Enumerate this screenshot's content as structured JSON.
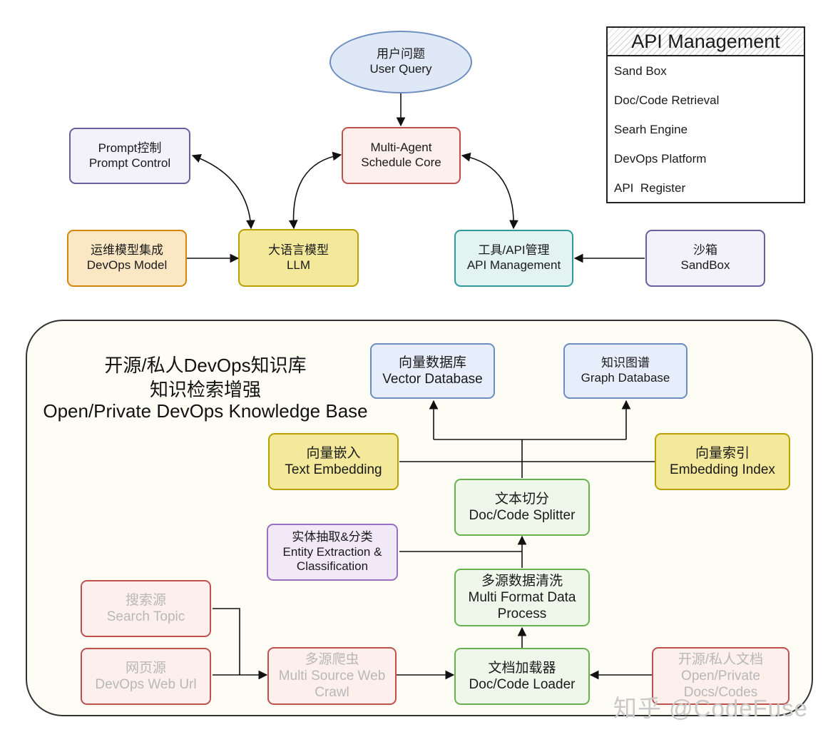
{
  "nodes": {
    "user_query": {
      "zh": "用户问题",
      "en": "User Query"
    },
    "multi_agent": {
      "line1": "Multi-Agent",
      "line2": "Schedule Core"
    },
    "prompt_control": {
      "zh": "Prompt控制",
      "en": "Prompt Control"
    },
    "devops_model": {
      "zh": "运维模型集成",
      "en": "DevOps Model"
    },
    "llm": {
      "zh": "大语言模型",
      "en": "LLM"
    },
    "api_mgmt": {
      "zh": "工具/API管理",
      "en": "API Management"
    },
    "sandbox": {
      "zh": "沙箱",
      "en": "SandBox"
    },
    "vector_db": {
      "zh": "向量数据库",
      "en": "Vector Database"
    },
    "graph_db": {
      "zh": "知识图谱",
      "en": "Graph Database"
    },
    "text_embedding": {
      "zh": "向量嵌入",
      "en": "Text Embedding"
    },
    "embedding_index": {
      "zh": "向量索引",
      "en": "Embedding Index"
    },
    "splitter": {
      "zh": "文本切分",
      "en": "Doc/Code Splitter"
    },
    "entity": {
      "zh": "实体抽取&分类",
      "en1": "Entity Extraction &",
      "en2": "Classification"
    },
    "multi_format": {
      "zh": "多源数据清洗",
      "en1": "Multi Format Data",
      "en2": "Process"
    },
    "search_topic": {
      "zh": "搜索源",
      "en": "Search Topic"
    },
    "web_url": {
      "zh": "网页源",
      "en": "DevOps Web Url"
    },
    "crawl": {
      "zh": "多源爬虫",
      "en1": "Multi Source Web",
      "en2": "Crawl"
    },
    "loader": {
      "zh": "文档加载器",
      "en": "Doc/Code Loader"
    },
    "private_docs": {
      "zh": "开源/私人文档",
      "en1": "Open/Private",
      "en2": "Docs/Codes"
    }
  },
  "knowledge_base": {
    "title_zh_1": "开源/私人DevOps知识库",
    "title_zh_2": "知识检索增强",
    "title_en": "Open/Private DevOps Knowledge Base"
  },
  "api_panel": {
    "title": "API Management",
    "items": [
      "Sand Box",
      "Doc/Code Retrieval",
      "Searh Engine",
      "DevOps Platform",
      "API  Register"
    ]
  },
  "watermark": "知乎 @CodeFuse",
  "colors": {
    "line": "#111111",
    "purple": "#6a5f9e",
    "red": "#c0504d",
    "orange": "#d4860b",
    "yellow": "#b9a200",
    "teal": "#2e9a9a",
    "blue": "#6c8ebf",
    "green": "#69b14f",
    "violet": "#9a6fc2"
  }
}
